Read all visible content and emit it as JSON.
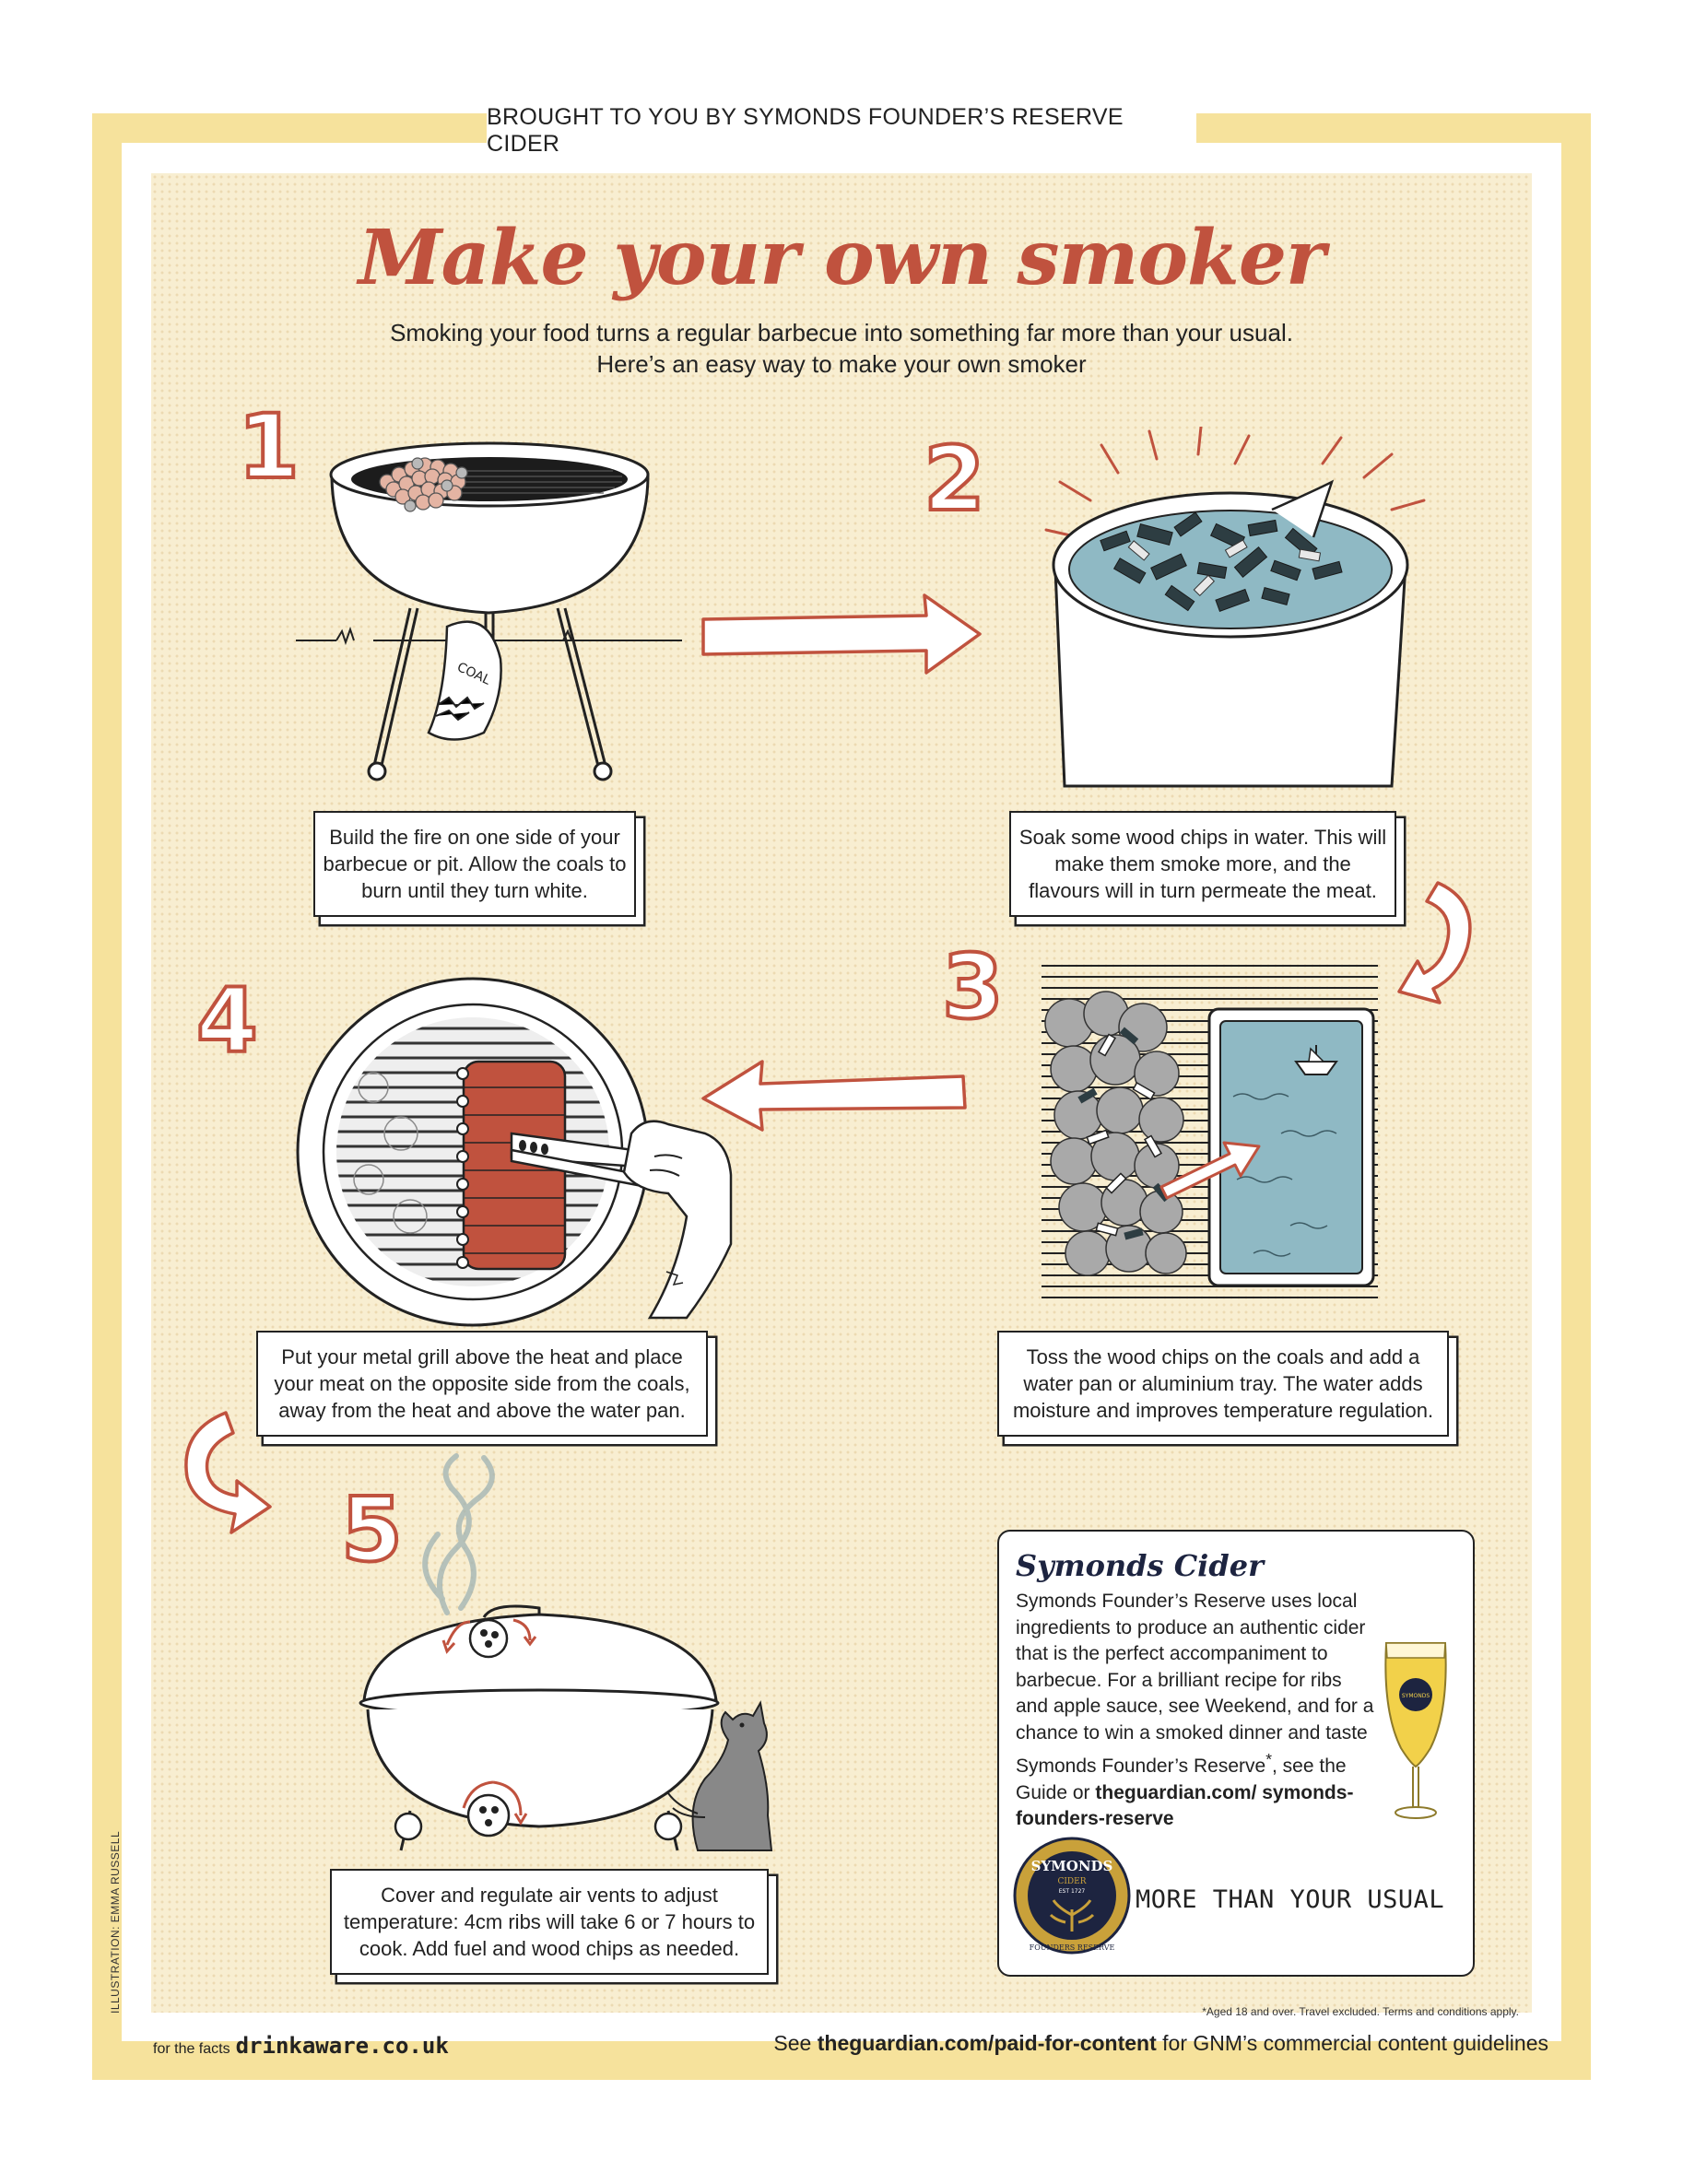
{
  "sponsor_banner": "BROUGHT TO YOU BY SYMONDS FOUNDER’S RESERVE CIDER",
  "title": "Make your own smoker",
  "subtitle": "Smoking your food turns a regular barbecue into something far more than your usual. Here’s an easy way to make your own smoker",
  "steps": [
    {
      "number": "1",
      "caption": "Build the fire on one side of your barbecue or pit. Allow the coals to burn until they turn white.",
      "bag_label": "COAL"
    },
    {
      "number": "2",
      "caption": "Soak some wood chips in water. This will make them smoke more, and the flavours will in turn permeate the meat."
    },
    {
      "number": "3",
      "caption": "Toss the wood chips on the coals and add a water pan or aluminium tray. The water adds moisture and improves temperature regulation."
    },
    {
      "number": "4",
      "caption": "Put your metal grill above the heat and place your meat on the opposite side from the coals, away from the heat and above the water pan."
    },
    {
      "number": "5",
      "caption": "Cover and regulate air vents to adjust temperature: 4cm ribs will take 6 or 7 hours to cook. Add fuel and wood chips as needed."
    }
  ],
  "cider": {
    "title": "Symonds Cider",
    "body_1": "Symonds Founder’s Reserve uses local ingredients to produce an authentic cider that is the perfect accompaniment to barbecue. For a brilliant recipe for ribs and apple sauce, see Weekend, and for a chance to win a smoked dinner and taste Symonds Founder’s Reserve",
    "asterisk": "*",
    "body_2": ", see the Guide or ",
    "link": "theguardian.com/ symonds-founders-reserve",
    "tagline": "MORE THAN YOUR USUAL",
    "logo_top": "SYMONDS",
    "logo_mid": "CIDER",
    "logo_est": "EST 1727",
    "logo_bottom": "FOUNDERS RESERVE",
    "glass_text": "SYMONDS"
  },
  "disclaimer": "*Aged 18 and over. Travel excluded. Terms and conditions apply.",
  "credit": "ILLUSTRATION: EMMA RUSSELL",
  "footer": {
    "left_prefix": "for the facts",
    "left_link": "drinkaware.co.uk",
    "right_prefix": "See ",
    "right_link": "theguardian.com/paid-for-content",
    "right_suffix": " for GNM’s commercial content guidelines"
  },
  "colors": {
    "accent": "#c0523e",
    "frame": "#f6e29c",
    "panel": "#f8eed1",
    "water": "#8fb9c4",
    "navy": "#1d2440"
  }
}
